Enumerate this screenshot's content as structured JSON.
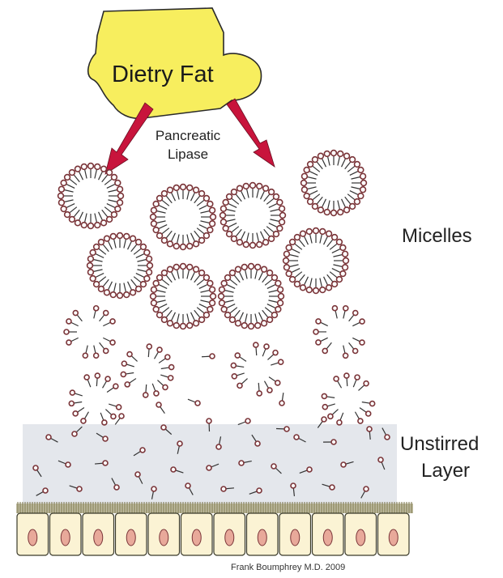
{
  "diagram": {
    "fat_label": "Dietry Fat",
    "enzyme_label_line1": "Pancreatic",
    "enzyme_label_line2": "Lipase",
    "micelles_label": "Micelles",
    "layer_label_line1": "Unstirred",
    "layer_label_line2": "Layer",
    "credit": "Frank Boumphrey M.D. 2009"
  },
  "colors": {
    "fat_fill": "#f7ee5e",
    "arrow": "#c8143c",
    "lipid_head": "#7a3438",
    "unstirred_layer": "#e4e7ec",
    "cell_fill": "#fbf3d4",
    "nucleus_fill": "#e8a99a",
    "brush_border": "#6f6a3c"
  }
}
